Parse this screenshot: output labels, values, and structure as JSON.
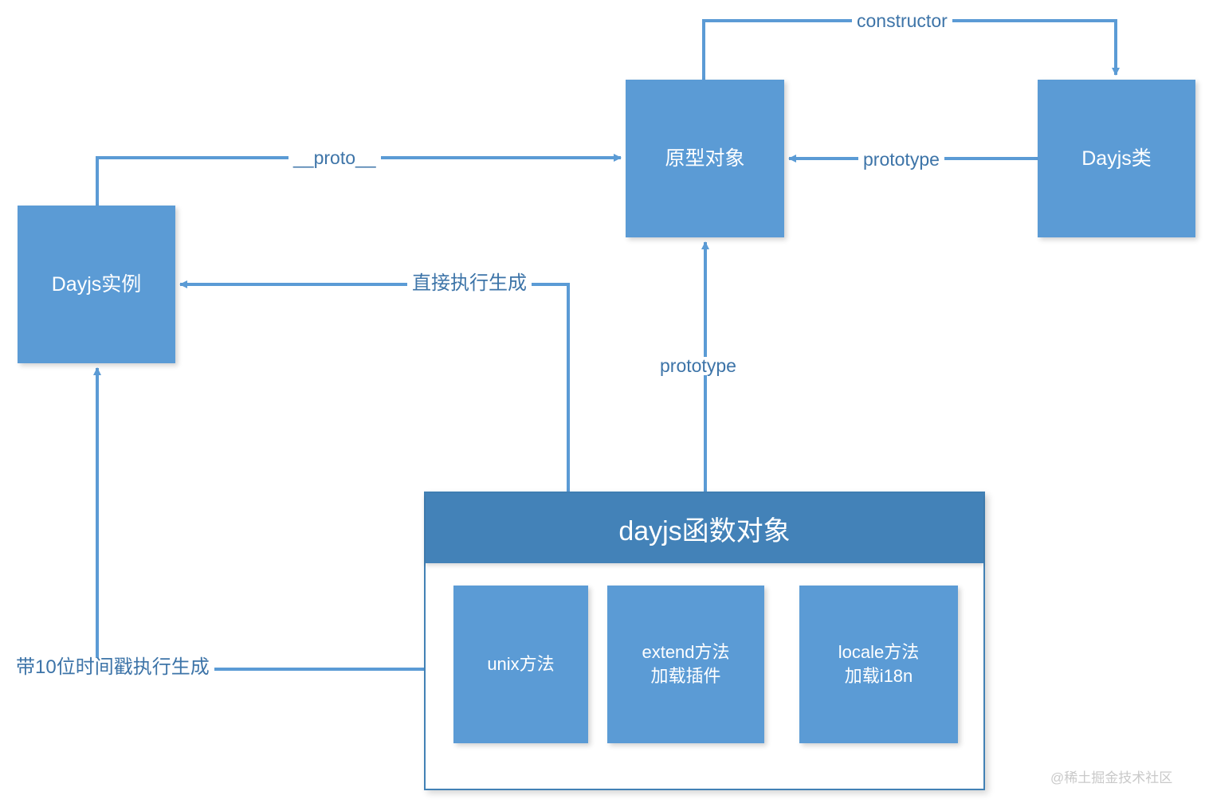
{
  "diagram": {
    "title": "dayjs prototype chain diagram",
    "colors": {
      "node_fill": "#5B9BD5",
      "group_header_fill": "#4382B8",
      "group_border": "#4281B5",
      "wire": "#5B9BD5",
      "label_text": "#3D74A8",
      "node_text": "#FFFFFF",
      "background": "#FFFFFF",
      "watermark_text": "#C9C9C9"
    },
    "nodes": {
      "prototype_object": "原型对象",
      "dayjs_class": "Dayjs类",
      "dayjs_instance": "Dayjs实例"
    },
    "group": {
      "header": "dayjs函数对象",
      "methods": [
        {
          "label": "unix方法"
        },
        {
          "label": "extend方法\n加载插件"
        },
        {
          "label": "locale方法\n加载i18n"
        }
      ]
    },
    "edges": [
      {
        "id": "constructor",
        "label": "constructor",
        "from": "原型对象",
        "to": "Dayjs类"
      },
      {
        "id": "proto",
        "label": "__proto__",
        "from": "Dayjs实例",
        "to": "原型对象"
      },
      {
        "id": "prototype_right",
        "label": "prototype",
        "from": "Dayjs类",
        "to": "原型对象"
      },
      {
        "id": "direct_exec",
        "label": "直接执行生成",
        "from": "dayjs函数对象",
        "to": "Dayjs实例"
      },
      {
        "id": "prototype_bottom",
        "label": "prototype",
        "from": "dayjs函数对象",
        "to": "原型对象"
      },
      {
        "id": "unix_gen",
        "label": "带10位时间戳执行生成",
        "from": "unix方法",
        "to": "Dayjs实例"
      }
    ],
    "watermark": "@稀土掘金技术社区"
  }
}
